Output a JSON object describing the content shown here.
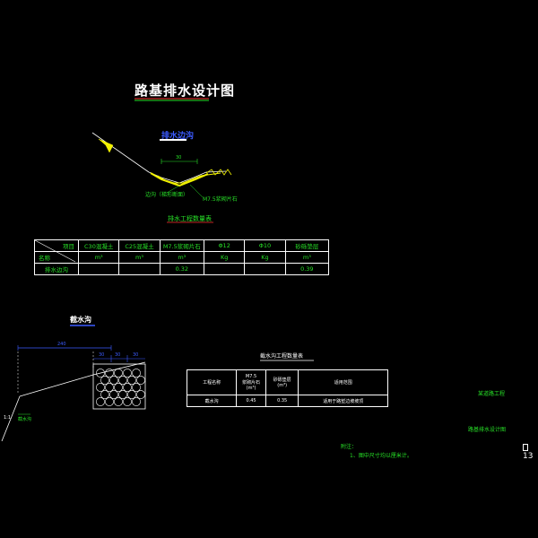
{
  "title": "路基排水设计图",
  "section1": {
    "title": "排水边沟",
    "dim_label": "30",
    "callout_left": "边沟（梯形断面）",
    "callout_right": "M7.5浆砌片石"
  },
  "table1": {
    "title": "排水工程数量表",
    "header_row1": [
      "项目",
      "C30混凝土",
      "C25混凝土",
      "M7.5浆砌片石",
      "Φ12",
      "Φ10",
      "砂砾垫层"
    ],
    "header_row1_sub": "名称",
    "header_row2": [
      "m³",
      "m³",
      "m³",
      "Kg",
      "Kg",
      "m³"
    ],
    "data_row": {
      "name": "排水边沟",
      "values": [
        "",
        "",
        "0.32",
        "",
        "",
        "0.39"
      ]
    }
  },
  "section2": {
    "title": "截水沟",
    "dim_total": "240",
    "dims": [
      "30",
      "30",
      "30"
    ],
    "left_label": "1:1",
    "slope_label": "截水沟"
  },
  "table2": {
    "title": "截水沟工程数量表",
    "header": [
      "工程名称",
      "M7.5\n浆砌片石\n(m³)",
      "砂砾垫层\n(m³)",
      "适用范围"
    ],
    "row": [
      "截水沟",
      "0.45",
      "0.35",
      "适用于路堑边坡坡顶"
    ]
  },
  "notes": {
    "label": "附注：",
    "line1": "1、图中尺寸均以厘米计。"
  },
  "titleblock": {
    "project": "某道路工程",
    "drawing": "路基排水设计图",
    "sheet": "13"
  },
  "colors": {
    "background": "#000000",
    "green": "#27e027",
    "blue": "#3b5bff",
    "yellow": "#f2f200",
    "white": "#ffffff",
    "red": "#ff3030"
  }
}
